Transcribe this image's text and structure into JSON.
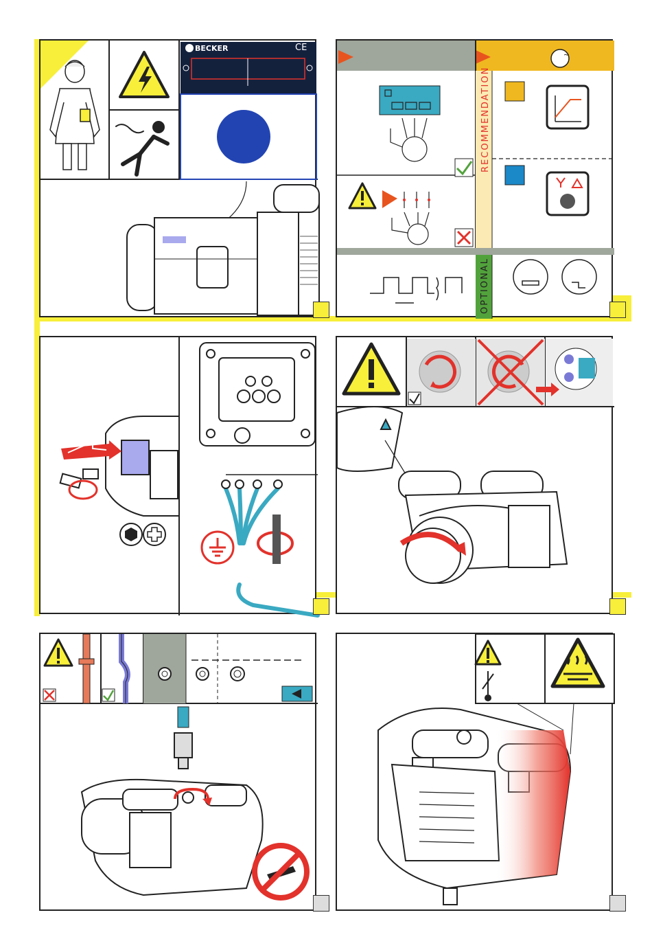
{
  "nameplate": {
    "brand": "BECKER",
    "ce_mark": "CE",
    "tilde": "~"
  },
  "connection": {
    "recommendation_label": "RECOMMENDATION",
    "optional_label": "OPTIONAL",
    "tilde": "~"
  },
  "colors": {
    "yellow": "#f7ef3a",
    "orange": "#f0b820",
    "red": "#e2322b",
    "blue": "#2244b3",
    "teal": "#3aa9c2",
    "grey": "#9fa69b",
    "green": "#52a23c"
  }
}
